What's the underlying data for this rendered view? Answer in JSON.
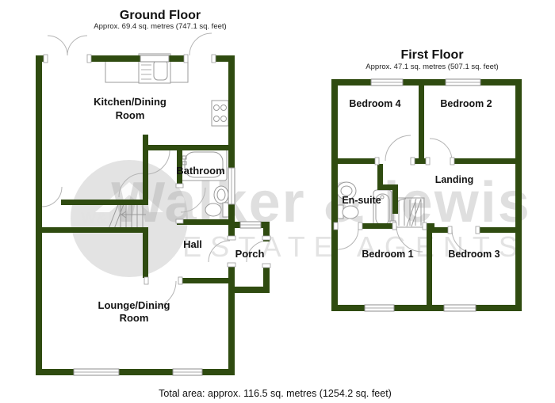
{
  "colors": {
    "wall": "#2f4b10",
    "label_text": "#141414",
    "fixture_outline": "#9b9b9b",
    "watermark_gray": "#c8c8c8"
  },
  "watermark": {
    "brand": "Walker & lewis",
    "tagline": "ESTATE  AGENTS",
    "logo_initials": "W&L"
  },
  "ground_floor": {
    "title": "Ground Floor",
    "subtitle": "Approx. 69.4 sq. metres (747.1 sq. feet)",
    "labels": {
      "kitchen_1": "Kitchen/Dining",
      "kitchen_2": "Room",
      "bathroom": "Bathroom",
      "hall": "Hall",
      "porch": "Porch",
      "lounge_1": "Lounge/Dining",
      "lounge_2": "Room"
    }
  },
  "first_floor": {
    "title": "First Floor",
    "subtitle": "Approx. 47.1 sq. metres (507.1 sq. feet)",
    "labels": {
      "bedroom4": "Bedroom 4",
      "bedroom2": "Bedroom 2",
      "landing": "Landing",
      "ensuite": "En-suite",
      "bedroom1": "Bedroom 1",
      "bedroom3": "Bedroom 3"
    }
  },
  "footer": {
    "total_area": "Total area: approx. 116.5 sq. metres (1254.2 sq. feet)"
  }
}
